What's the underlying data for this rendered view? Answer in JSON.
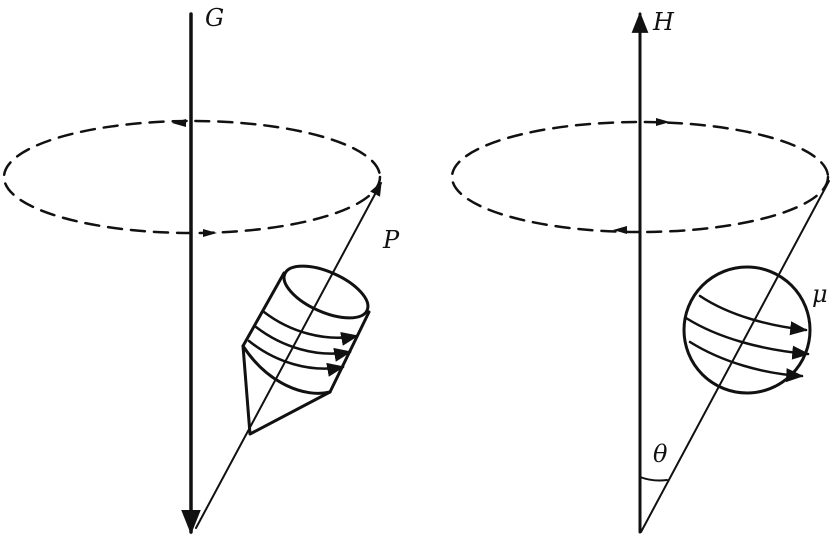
{
  "labels": {
    "gravity": "G",
    "angular_momentum": "P",
    "field": "H",
    "magnetic_moment": "μ",
    "angle": "θ"
  }
}
